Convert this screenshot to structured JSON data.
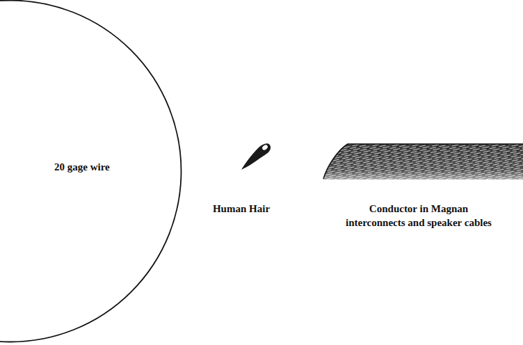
{
  "diagram": {
    "nodes": [
      {
        "text": [
          "20 gage wire"
        ]
      }
    ],
    "labels": [
      "Human Hair",
      "Conductor in Magnan interconnects and speaker cables"
    ]
  }
}
